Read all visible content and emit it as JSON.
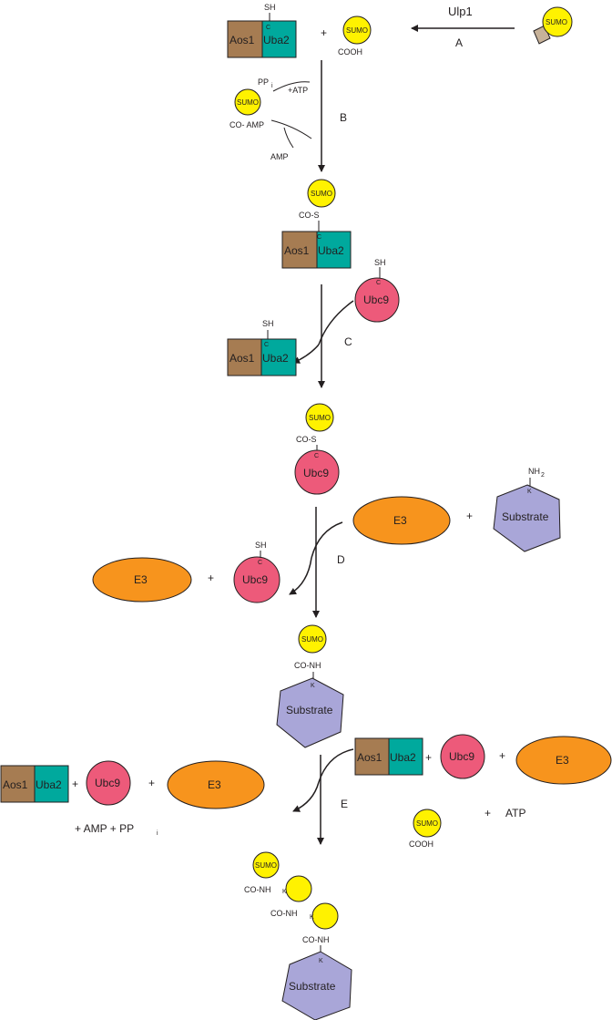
{
  "colors": {
    "sumo": "#fff200",
    "aos1": "#a67c52",
    "uba2": "#00a99d",
    "ubc9": "#ed5a7a",
    "e3": "#f7941d",
    "substrate": "#a9a6d8",
    "precursor_tail": "#c7b299",
    "line": "#231f20"
  },
  "labels": {
    "sumo": "SUMO",
    "aos1": "Aos1",
    "uba2": "Uba2",
    "ubc9": "Ubc9",
    "e3": "E3",
    "substrate": "Substrate",
    "sh": "SH",
    "c": "C",
    "k": "K",
    "nh": "NH",
    "nh_sub": "2",
    "cooh": "COOH",
    "co_amp": "CO- AMP",
    "amp": "AMP",
    "atp_plus": "+ATP",
    "pp": "PP",
    "pp_sub": "i",
    "co_s": "CO-S",
    "co_nh": "CO-NH",
    "plus": "+",
    "atp": "ATP",
    "plus_amp_plus_pp": "+  AMP  +  PP",
    "ulp1": "Ulp1"
  },
  "steps": {
    "a": "A",
    "b": "B",
    "c": "C",
    "d": "D",
    "e": "E"
  }
}
